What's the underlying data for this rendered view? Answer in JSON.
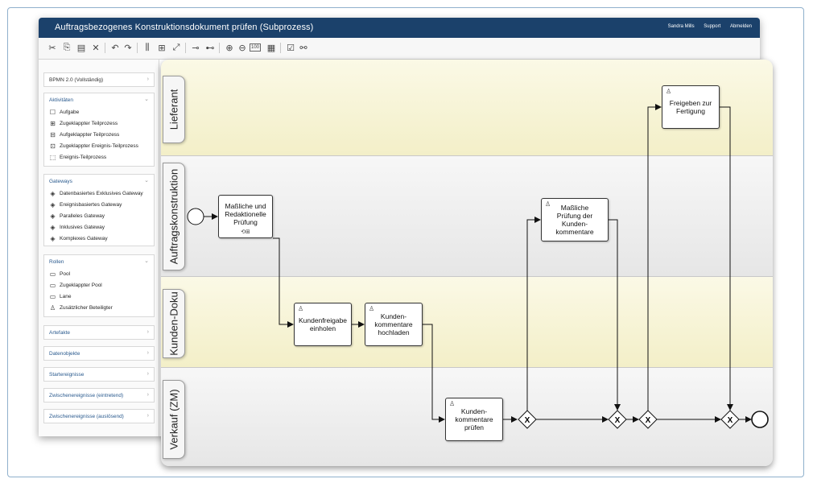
{
  "window": {
    "title": "Auftragsbezogenes Konstruktionsdokument prüfen (Subprozess)",
    "user": "Sandra Mills",
    "support": "Support",
    "logout": "Abmelden"
  },
  "toolbar": {
    "icons": [
      "cut-icon",
      "copy-icon",
      "paste-icon",
      "delete-icon",
      "undo-icon",
      "redo-icon",
      "align-horizontal-icon",
      "align-vertical-icon",
      "fit-icon",
      "lock-icon",
      "unlock-icon",
      "zoom-in-icon",
      "zoom-out-icon",
      "zoom-100-icon",
      "grid-icon",
      "check-icon",
      "share-icon"
    ],
    "zoom_label": "100"
  },
  "sidebar": {
    "notation": "BPMN 2.0 (Vollständig)",
    "aktivitaeten": {
      "title": "Aktivitäten",
      "items": [
        "Aufgabe",
        "Zugeklappter Teilprozess",
        "Aufgeklappter Teilprozess",
        "Zugeklappter Ereignis-Teilprozess",
        "Ereignis-Teilprozess"
      ]
    },
    "gateways": {
      "title": "Gateways",
      "items": [
        "Datenbasiertes Exklusives Gateway",
        "Ereignisbasiertes Gateway",
        "Paralleles Gateway",
        "Inklusives Gateway",
        "Komplexes Gateway"
      ]
    },
    "rollen": {
      "title": "Rollen",
      "items": [
        "Pool",
        "Zugeklappter Pool",
        "Lane",
        "Zusätzlicher Beteiligter"
      ]
    },
    "collapsed": [
      "Artefakte",
      "Datenobjekte",
      "Startereignisse",
      "Zwischenereignisse (eintretend)",
      "Zwischenereignisse (auslösend)"
    ]
  },
  "lanes": [
    "Lieferant",
    "Auftragskonstruktion",
    "Kunden-Doku",
    "Verkauf (ZM)"
  ],
  "tasks": {
    "t1": "Maßliche und Redaktionelle Prüfung",
    "t2": "Kundenfreigabe einholen",
    "t3": "Kunden-kommentare hochladen",
    "t4": "Kunden-kommentare prüfen",
    "t5": "Maßliche Prüfung der Kunden-kommentare",
    "t6": "Freigeben zur Fertigung"
  },
  "colors": {
    "title_bar": "#1b416b",
    "accent": "#2a5a8e",
    "lane_yellow": "#f6f2d2",
    "lane_gray": "#ececec"
  }
}
